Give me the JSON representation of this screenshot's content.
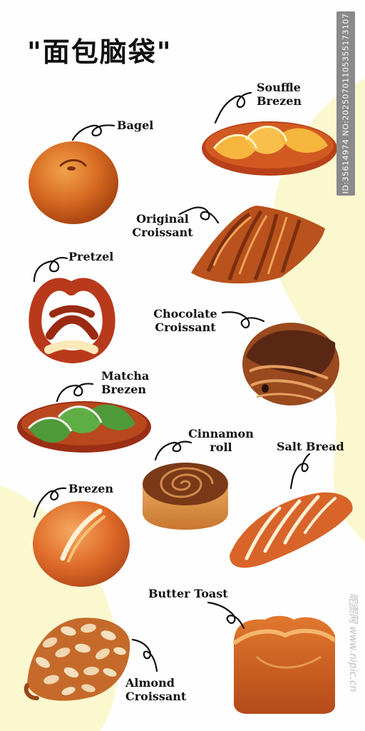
{
  "title": "\"面包脑袋\"",
  "labels": {
    "bagel": "Bagel",
    "souffle_brezen": "Souffle\nBrezen",
    "original_croissant": "Original\nCroissant",
    "pretzel": "Pretzel",
    "chocolate_croissant": "Chocolate\nCroissant",
    "matcha_brezen": "Matcha\nBrezen",
    "cinnamon_roll": "Cinnamon\nroll",
    "salt_bread": "Salt Bread",
    "brezen": "Brezen",
    "butter_toast": "Butter Toast",
    "almond_croissant": "Almond\nCroissant"
  },
  "watermark": {
    "id_text": "ID:35614974 NO:20250701105355173107",
    "site_text": "昵图网 www.nipic.cn"
  },
  "colors": {
    "background": "#fefefe",
    "accent_yellow": "#fbf7cf",
    "text": "#111111",
    "crust": "#c8521c",
    "crust_dark": "#8a2f12",
    "cream": "#f6b53c",
    "matcha": "#4f9a3a"
  }
}
